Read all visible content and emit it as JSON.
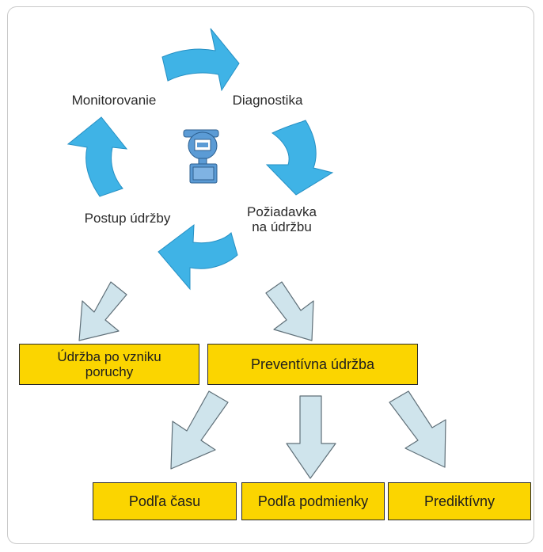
{
  "cycle": {
    "monitoring": "Monitorovanie",
    "diagnostics": "Diagnostika",
    "request_line1": "Požiadavka",
    "request_line2": "na údržbu",
    "procedure": "Postup údržby"
  },
  "boxes": {
    "breakdown_line1": "Údržba po vzniku",
    "breakdown_line2": "poruchy",
    "preventive": "Preventívna údržba",
    "time_based": "Podľa času",
    "condition_based": "Podľa podmienky",
    "predictive": "Prediktívny"
  },
  "colors": {
    "cycle_arrow": "#3fb3e6",
    "cycle_arrow_stroke": "#2690c4",
    "flow_arrow": "#cfe4ec",
    "flow_arrow_stroke": "#5f6f78",
    "box_fill": "#fbd500",
    "device": "#5b9bd5"
  }
}
